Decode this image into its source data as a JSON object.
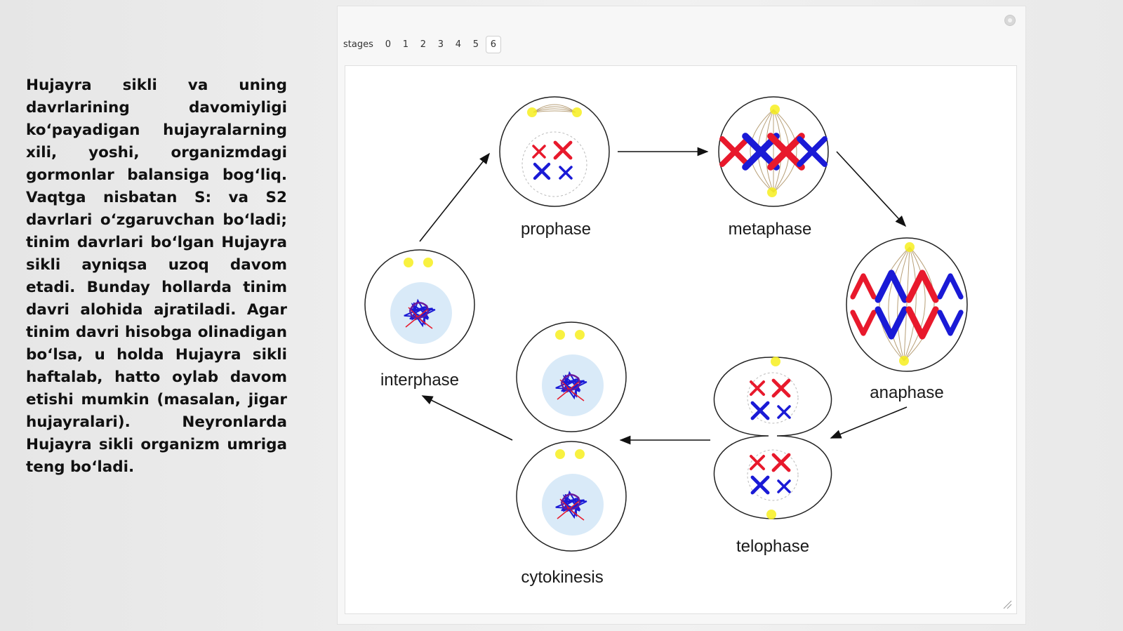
{
  "left_text": "Hujayra sikli va uning davrlarining davomiyligi koʻpayadigan hujayralarning xili, yoshi, organizmdagi gormonlar balansiga bogʻliq. Vaqtga nisbatan S: va S2 davrlari oʻzgaruvchan boʻladi; tinim davrlari boʻlgan Hujayra sikli ayniqsa uzoq davom etadi. Bunday hollarda tinim davri alohida ajratiladi. Agar tinim davri hisobga olinadigan boʻlsa, u holda Hujayra sikli haftalab, hatto oylab davom etishi mumkin (masalan, jigar hujayralari). Neyronlarda Hujayra sikli organizm umriga teng boʻladi.",
  "controls": {
    "stages_label": "stages",
    "stages": [
      "0",
      "1",
      "2",
      "3",
      "4",
      "5",
      "6"
    ],
    "selected_stage": "6"
  },
  "diagram": {
    "labels": {
      "prophase": "prophase",
      "metaphase": "metaphase",
      "anaphase": "anaphase",
      "telophase": "telophase",
      "cytokinesis": "cytokinesis",
      "interphase": "interphase"
    }
  },
  "colors": {
    "chromosome_red": "#e8192c",
    "chromosome_blue": "#1a1ad6",
    "centrosome_yellow": "#f7ef1e",
    "nucleus_blue": "#d9eaf8",
    "spindle_tan": "#b8a078"
  }
}
